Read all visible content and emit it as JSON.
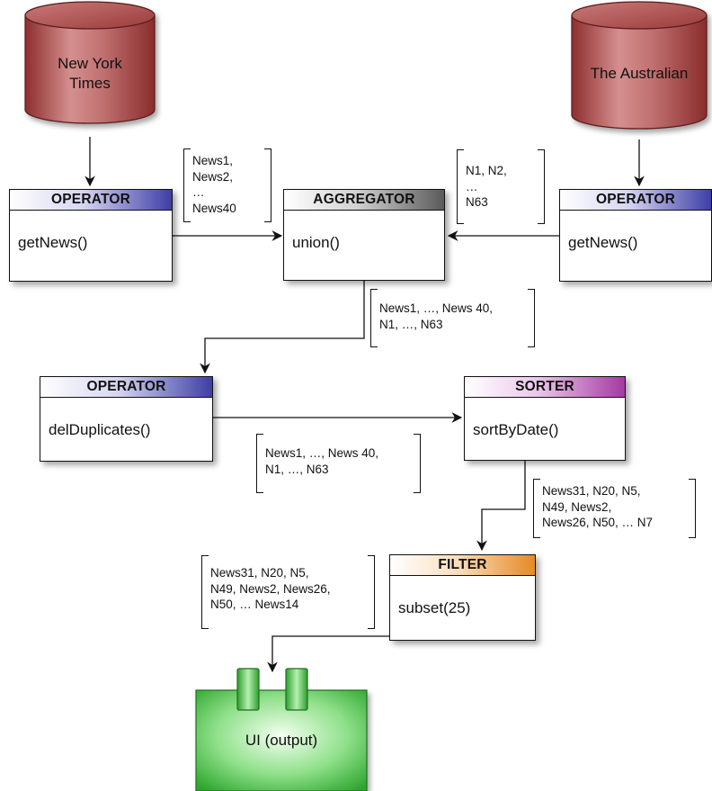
{
  "sources": {
    "nyt": {
      "label_line1": "New York",
      "label_line2": "Times"
    },
    "australian": {
      "label": "The Australian"
    }
  },
  "components": {
    "operator_left": {
      "type": "OPERATOR",
      "method": "getNews()"
    },
    "aggregator": {
      "type": "AGGREGATOR",
      "method": "union()"
    },
    "operator_right": {
      "type": "OPERATOR",
      "method": "getNews()"
    },
    "operator_dedup": {
      "type": "OPERATOR",
      "method": "delDuplicates()"
    },
    "sorter": {
      "type": "SORTER",
      "method": "sortByDate()"
    },
    "filter": {
      "type": "FILTER",
      "method": "subset(25)"
    }
  },
  "data_lists": {
    "nyt_news": [
      "News1,",
      "News2,",
      "…",
      "News40"
    ],
    "aus_news": [
      "N1, N2,",
      "…",
      "N63"
    ],
    "union_output": [
      "News1, …, News 40,",
      "N1, …, N63"
    ],
    "dedup_output": [
      "News1, …, News 40,",
      "N1, …, N63"
    ],
    "sorted_output": [
      "News31, N20, N5,",
      "N49, News2,",
      "News26, N50, … N7"
    ],
    "filtered_output": [
      "News31, N20, N5,",
      "N49, News2, News26,",
      "N50, … News14"
    ]
  },
  "output": {
    "label": "UI (output)"
  },
  "colors": {
    "cylinder": "#b04a4a",
    "operator_header": "#3e3ea6",
    "aggregator_header": "#5a5a5a",
    "sorter_header": "#a43aa2",
    "filter_header": "#e58a25",
    "ui_box": "#3fb53f"
  }
}
